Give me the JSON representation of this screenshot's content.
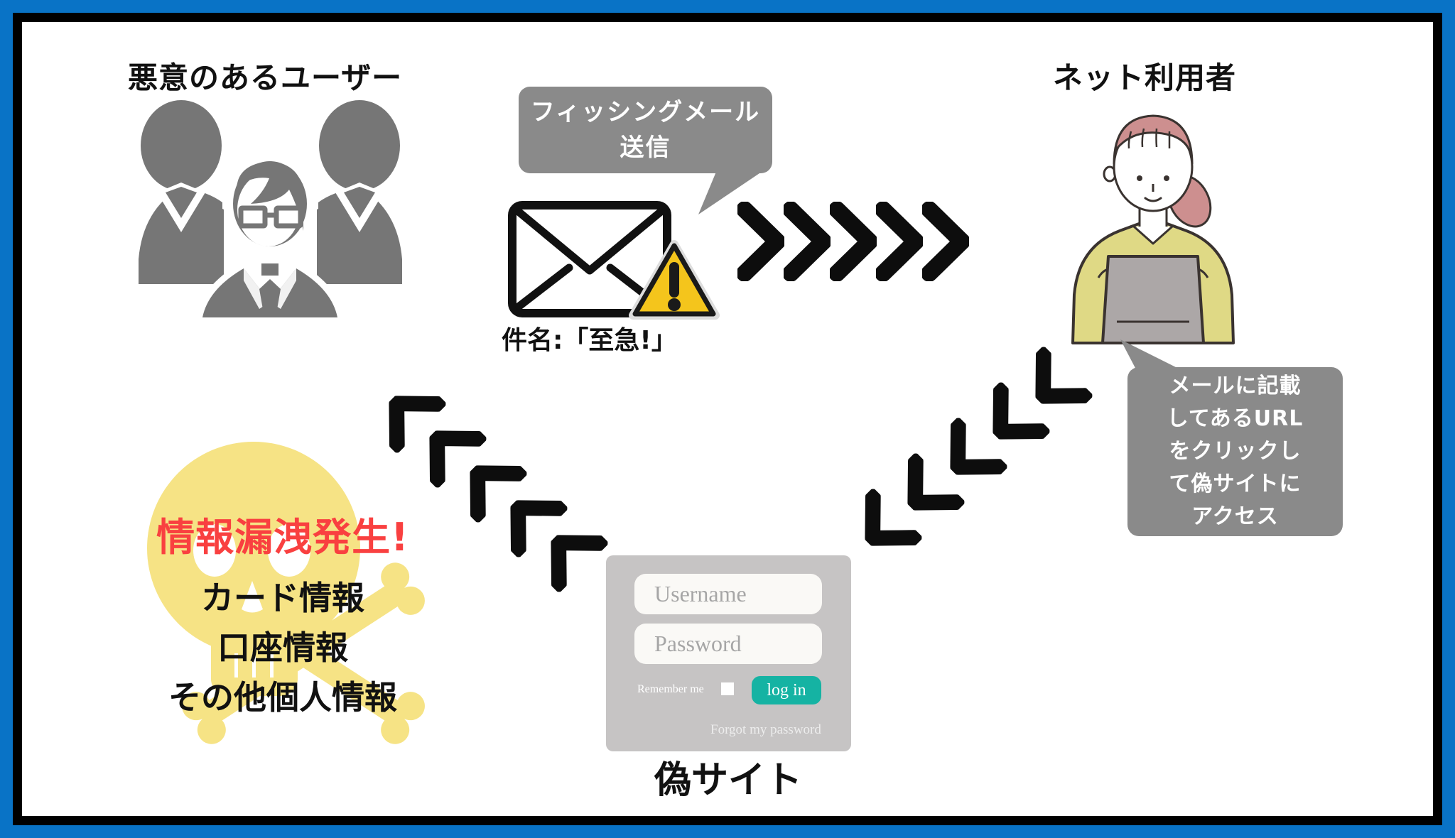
{
  "attacker": {
    "label": "悪意のあるユーザー"
  },
  "phishing_bubble": {
    "line1": "フィッシングメール",
    "line2": "送信"
  },
  "email": {
    "subject": "件名:「至急!」"
  },
  "net_user": {
    "label": "ネット利用者"
  },
  "url_bubble": {
    "lines": [
      "メールに記載",
      "してあるURL",
      "をクリックし",
      "て偽サイトに",
      "アクセス"
    ]
  },
  "fake_site": {
    "username_placeholder": "Username",
    "password_placeholder": "Password",
    "remember_label": "Remember me",
    "login_label": "log in",
    "forgot_label": "Forgot my password",
    "caption": "偽サイト"
  },
  "leak": {
    "title": "情報漏洩発生!",
    "items": [
      "カード情報",
      "口座情報",
      "その他個人情報"
    ]
  },
  "icons": {
    "attacker_group": "group-silhouette-icon",
    "mail": "envelope-icon",
    "warning": "warning-triangle-icon",
    "net_user": "woman-laptop-icon",
    "skull": "skull-crossbones-icon",
    "arrow_right": "chevron-right-icon",
    "arrow_down_left": "chevron-down-left-icon",
    "arrow_up_left": "chevron-up-left-icon"
  },
  "colors": {
    "frame_blue": "#0973C6",
    "frame_inner": "#000000",
    "bubble_gray": "#8A8A8A",
    "silhouette_gray": "#767676",
    "warning_yellow": "#F4C51C",
    "skull_yellow": "#F6E385",
    "alert_red": "#F94040",
    "button_teal": "#15B3A3",
    "card_gray": "#C6C4C4",
    "arrow_black": "#0D0D0D"
  }
}
